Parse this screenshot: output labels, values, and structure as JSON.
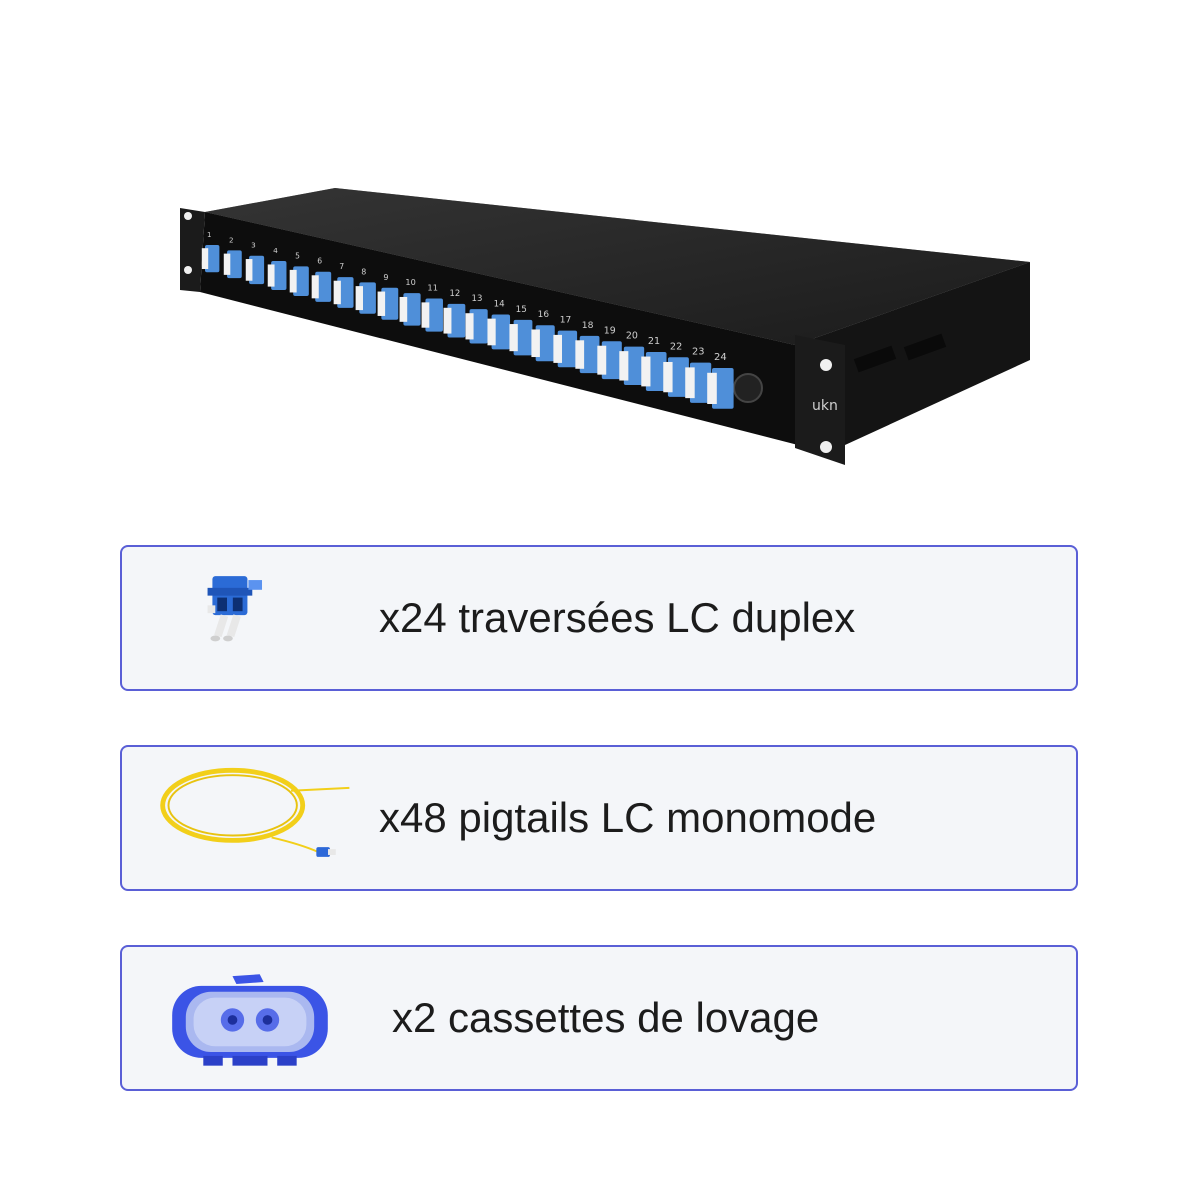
{
  "product": {
    "brand_logo_text": "ukn",
    "port_numbers": [
      "1",
      "2",
      "3",
      "4",
      "5",
      "6",
      "7",
      "8",
      "9",
      "10",
      "11",
      "12",
      "13",
      "14",
      "15",
      "16",
      "17",
      "18",
      "19",
      "20",
      "21",
      "22",
      "23",
      "24"
    ],
    "colors": {
      "adapter_blue": "#4f8fd9",
      "chassis": "#1a1a1a"
    }
  },
  "items": [
    {
      "icon": "lc-duplex-adapter-icon",
      "label": "x24 traversées LC duplex"
    },
    {
      "icon": "pigtail-cable-icon",
      "label": "x48 pigtails LC monomode"
    },
    {
      "icon": "splice-cassette-icon",
      "label": "x2 cassettes de lovage"
    }
  ],
  "colors": {
    "card_border": "#5a5fd6",
    "card_bg": "#f4f6f9",
    "text": "#1c1c1c"
  }
}
